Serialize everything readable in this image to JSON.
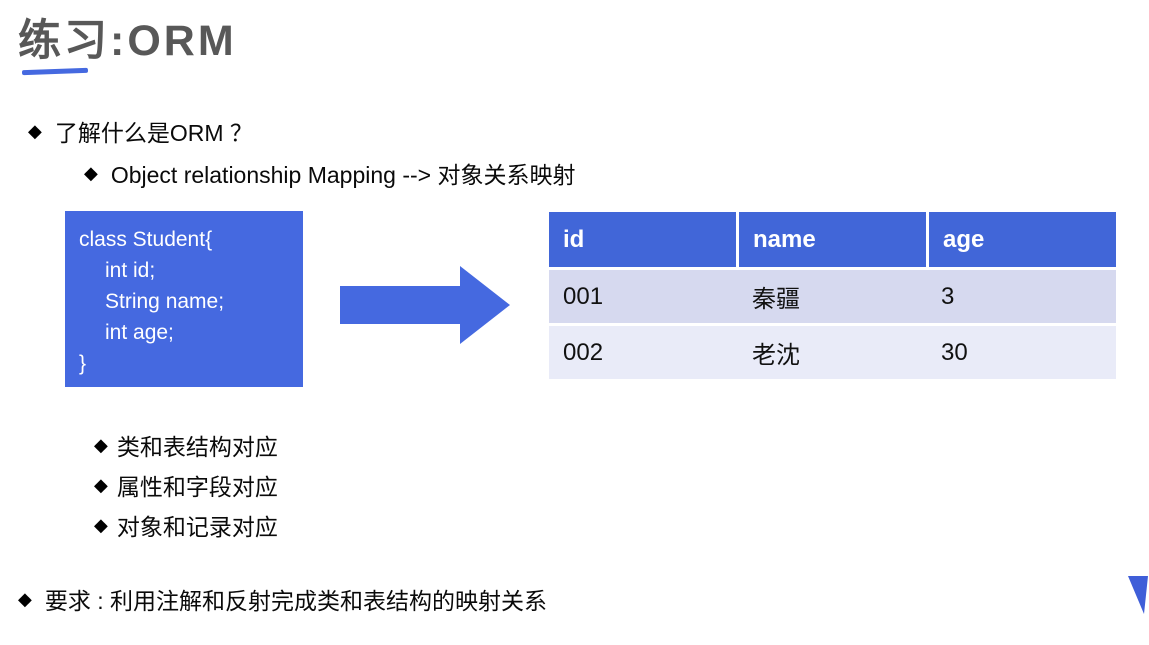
{
  "slide": {
    "title": "练习:ORM",
    "bullet_glyph": "◆",
    "bullets": {
      "main": "了解什么是ORM ？",
      "sub": "Object relationship Mapping --> 对象关系映射",
      "list": [
        "类和表结构对应",
        "属性和字段对应",
        "对象和记录对应"
      ],
      "requirement": "要求 : 利用注解和反射完成类和表结构的映射关系"
    },
    "code": {
      "lines": [
        "class Student{",
        "int id;",
        "String name;",
        "int age;",
        "}"
      ]
    },
    "table": {
      "headers": [
        "id",
        "name",
        "age"
      ],
      "rows": [
        [
          "001",
          "秦疆",
          "3"
        ],
        [
          "002",
          "老沈",
          "30"
        ]
      ]
    },
    "colors": {
      "accent_blue": "#4569e0",
      "header_blue": "#4166d8",
      "row_odd": "#d6d9ef",
      "row_even": "#e9ebf8",
      "title_gray": "#585858",
      "triangle_blue": "#3f5ed8"
    }
  }
}
